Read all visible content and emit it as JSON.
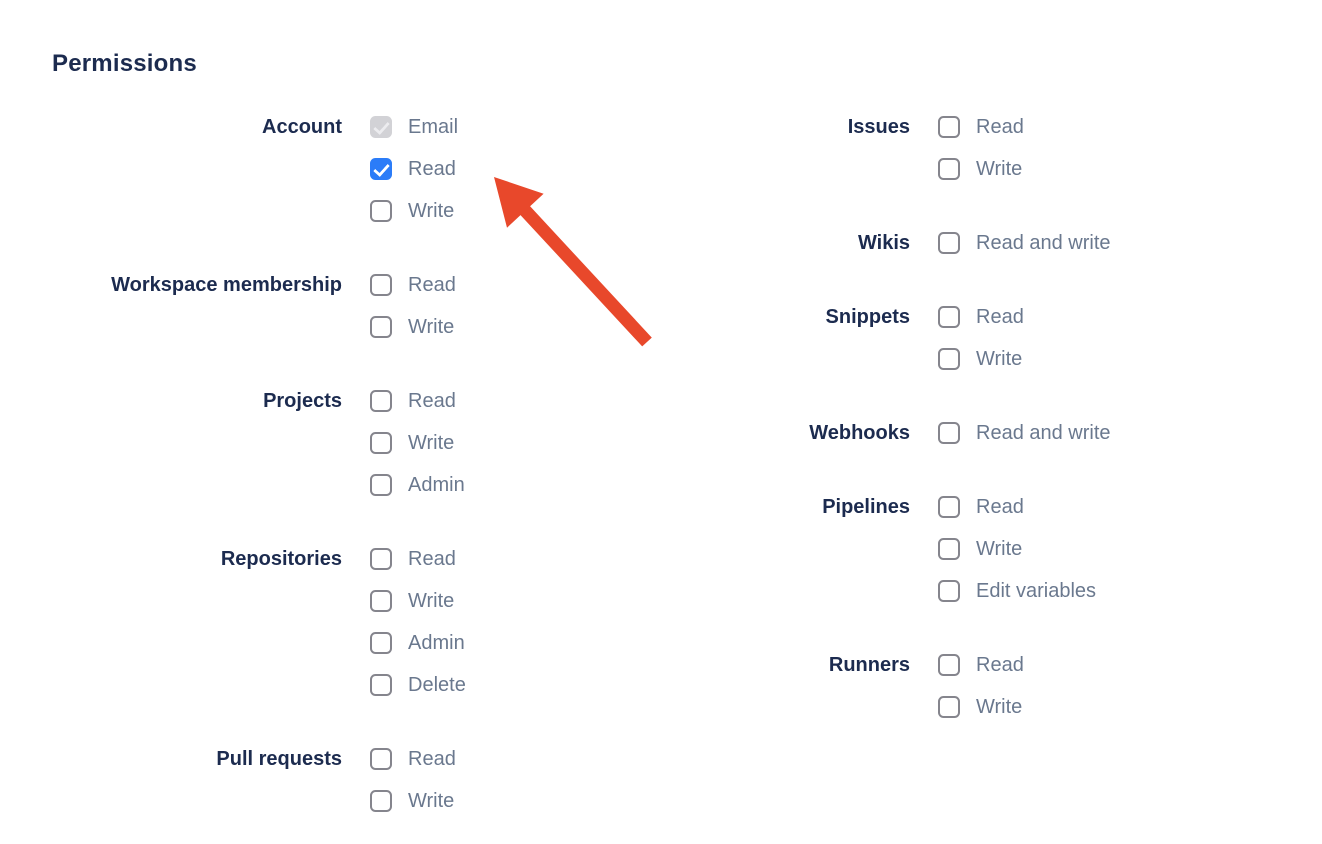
{
  "heading": "Permissions",
  "colors": {
    "heading_text": "#1C2B4F",
    "group_label_text": "#1C2B4F",
    "option_label_text": "#6A788E",
    "checkbox_border": "#85858D",
    "checkbox_checked_fill": "#2B7CF8",
    "checkbox_disabled_fill": "#D2D2D6",
    "arrow": "#E8482B"
  },
  "columns": [
    {
      "name": "left",
      "groups": [
        {
          "label": "Account",
          "options": [
            {
              "label": "Email",
              "state": "checked-disabled"
            },
            {
              "label": "Read",
              "state": "checked"
            },
            {
              "label": "Write",
              "state": "unchecked"
            }
          ]
        },
        {
          "label": "Workspace membership",
          "options": [
            {
              "label": "Read",
              "state": "unchecked"
            },
            {
              "label": "Write",
              "state": "unchecked"
            }
          ]
        },
        {
          "label": "Projects",
          "options": [
            {
              "label": "Read",
              "state": "unchecked"
            },
            {
              "label": "Write",
              "state": "unchecked"
            },
            {
              "label": "Admin",
              "state": "unchecked"
            }
          ]
        },
        {
          "label": "Repositories",
          "options": [
            {
              "label": "Read",
              "state": "unchecked"
            },
            {
              "label": "Write",
              "state": "unchecked"
            },
            {
              "label": "Admin",
              "state": "unchecked"
            },
            {
              "label": "Delete",
              "state": "unchecked"
            }
          ]
        },
        {
          "label": "Pull requests",
          "options": [
            {
              "label": "Read",
              "state": "unchecked"
            },
            {
              "label": "Write",
              "state": "unchecked"
            }
          ]
        }
      ]
    },
    {
      "name": "right",
      "groups": [
        {
          "label": "Issues",
          "options": [
            {
              "label": "Read",
              "state": "unchecked"
            },
            {
              "label": "Write",
              "state": "unchecked"
            }
          ]
        },
        {
          "label": "Wikis",
          "options": [
            {
              "label": "Read and write",
              "state": "unchecked"
            }
          ]
        },
        {
          "label": "Snippets",
          "options": [
            {
              "label": "Read",
              "state": "unchecked"
            },
            {
              "label": "Write",
              "state": "unchecked"
            }
          ]
        },
        {
          "label": "Webhooks",
          "options": [
            {
              "label": "Read and write",
              "state": "unchecked"
            }
          ]
        },
        {
          "label": "Pipelines",
          "options": [
            {
              "label": "Read",
              "state": "unchecked"
            },
            {
              "label": "Write",
              "state": "unchecked"
            },
            {
              "label": "Edit variables",
              "state": "unchecked"
            }
          ]
        },
        {
          "label": "Runners",
          "options": [
            {
              "label": "Read",
              "state": "unchecked"
            },
            {
              "label": "Write",
              "state": "unchecked"
            }
          ]
        }
      ]
    }
  ],
  "arrow_annotation": {
    "points_to": "Account Read checkbox"
  }
}
